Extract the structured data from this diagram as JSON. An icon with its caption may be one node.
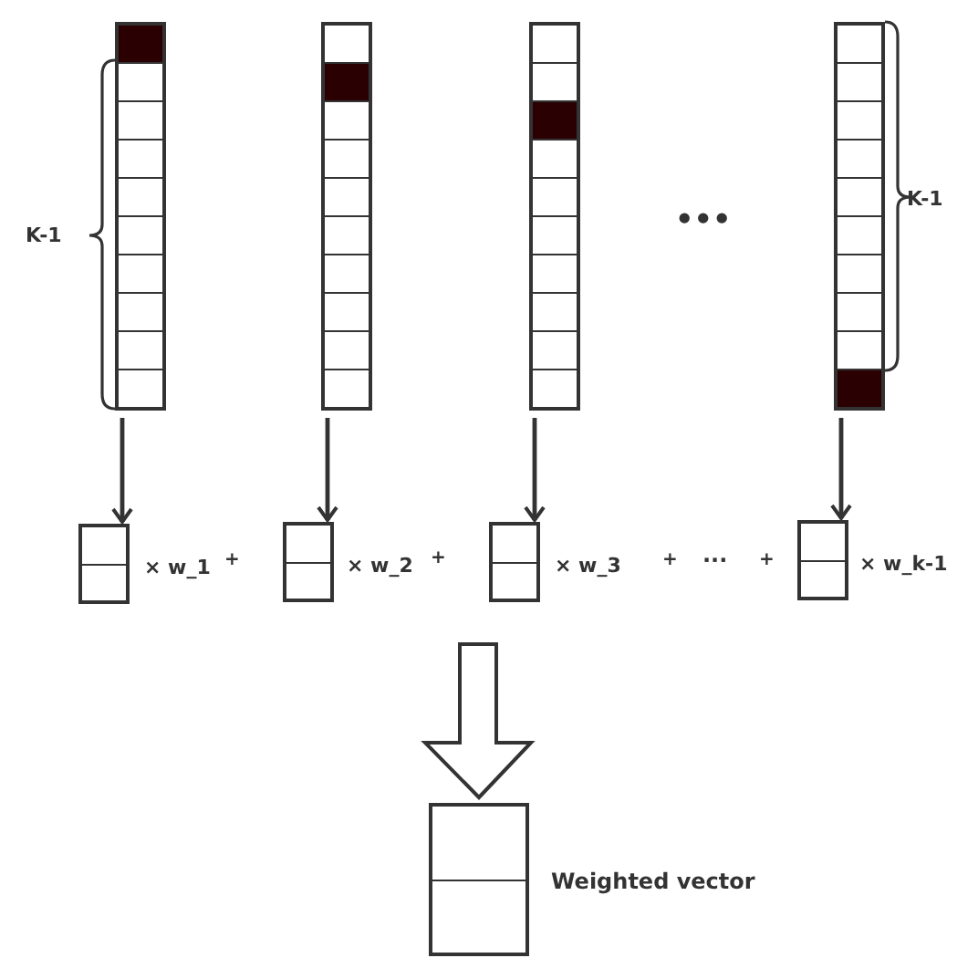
{
  "diagram": {
    "nodes": [
      {
        "text": [],
        "shape": "bar"
      },
      {
        "text": [],
        "shape": "bar"
      },
      {
        "text": [],
        "shape": "bar"
      },
      {
        "text": [],
        "shape": "bar"
      },
      {
        "text": [],
        "shape": "box",
        "beside": [
          "× w_1"
        ]
      },
      {
        "text": [],
        "shape": "box",
        "beside": [
          "× w_2"
        ]
      },
      {
        "text": [],
        "shape": "box",
        "beside": [
          "× w_3"
        ]
      },
      {
        "text": [],
        "shape": "box",
        "beside": [
          "× w_k-1"
        ]
      },
      {
        "text": [],
        "shape": "box",
        "beside": [
          "Weighted vector"
        ]
      }
    ],
    "edges": [
      {
        "from": 0,
        "to": 4,
        "arrow": "to"
      },
      {
        "from": 1,
        "to": 5,
        "arrow": "to"
      },
      {
        "from": 2,
        "to": 6,
        "arrow": "to"
      },
      {
        "from": 3,
        "to": 7,
        "arrow": "to"
      },
      {
        "from": null,
        "to": 8,
        "arrow": "to",
        "style": "thick"
      }
    ],
    "labels": [
      "K-1",
      "•••",
      "K-1",
      "+",
      "+",
      "+",
      "···",
      "+"
    ]
  }
}
